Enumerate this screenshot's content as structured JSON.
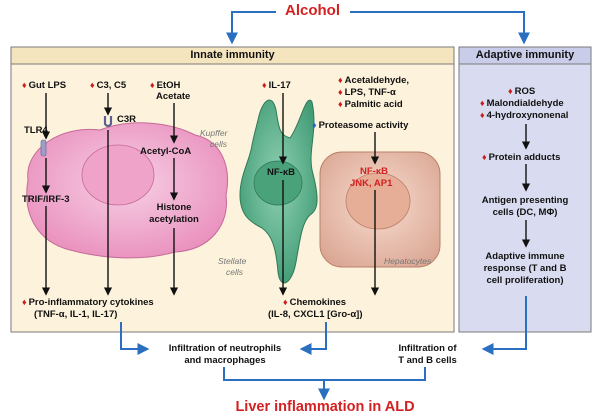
{
  "title": "Alcohol",
  "bottom_title": "Liver inflammation in ALD",
  "innate": {
    "header": "Innate immunity",
    "col1": [
      "Gut LPS"
    ],
    "tlr4": "TLR4",
    "trif": "TRIF/IRF-3",
    "col2": "C3, C5",
    "c3r": "C3R",
    "col3_a": "EtOH",
    "col3_b": "Acetate",
    "kupffer_a": "Kupffer",
    "kupffer_b": "cells",
    "acetyl": "Acetyl-CoA",
    "histone_a": "Histone",
    "histone_b": "acetylation",
    "il17": "IL-17",
    "nfkb_stellate": "NF-κB",
    "stellate_a": "Stellate",
    "stellate_b": "cells",
    "hep_inputs": [
      "Acetaldehyde,",
      "LPS, TNF-α",
      "Palmitic acid"
    ],
    "proteasome": "Proteasome activity",
    "hep_nfkb": "NF-κB",
    "hep_jnk": "JNK, AP1",
    "hepatocytes": "Hepatocytes",
    "cytokines_a": "Pro-inflammatory cytokines",
    "cytokines_b": "(TNF-α, IL-1, IL-17)",
    "chemokines_a": "Chemokines",
    "chemokines_b": "(IL-8, CXCL1 [Gro-α])"
  },
  "adaptive": {
    "header": "Adaptive immunity",
    "ros": "ROS",
    "mda": "Malondialdehyde",
    "hne": "4-hydroxynonenal",
    "adducts": "Protein adducts",
    "apc_a": "Antigen presenting",
    "apc_b": "cells (DC, MΦ)",
    "resp_a": "Adaptive immune",
    "resp_b": "response (T and B",
    "resp_c": "cell proliferation)"
  },
  "infiltration_left_a": "Infiltration of neutrophils",
  "infiltration_left_b": "and macrophages",
  "infiltration_right_a": "Infiltration of",
  "infiltration_right_b": "T and B cells",
  "colors": {
    "innate_bg": "#fdf3dc",
    "adaptive_bg": "#d9dcf0",
    "arrow_blue": "#2a6fc0",
    "title_red": "#d42020",
    "kupffer_fill": "#f3b7d6",
    "stellate_fill": "#5fb58f",
    "hep_fill": "#efc9b8"
  }
}
